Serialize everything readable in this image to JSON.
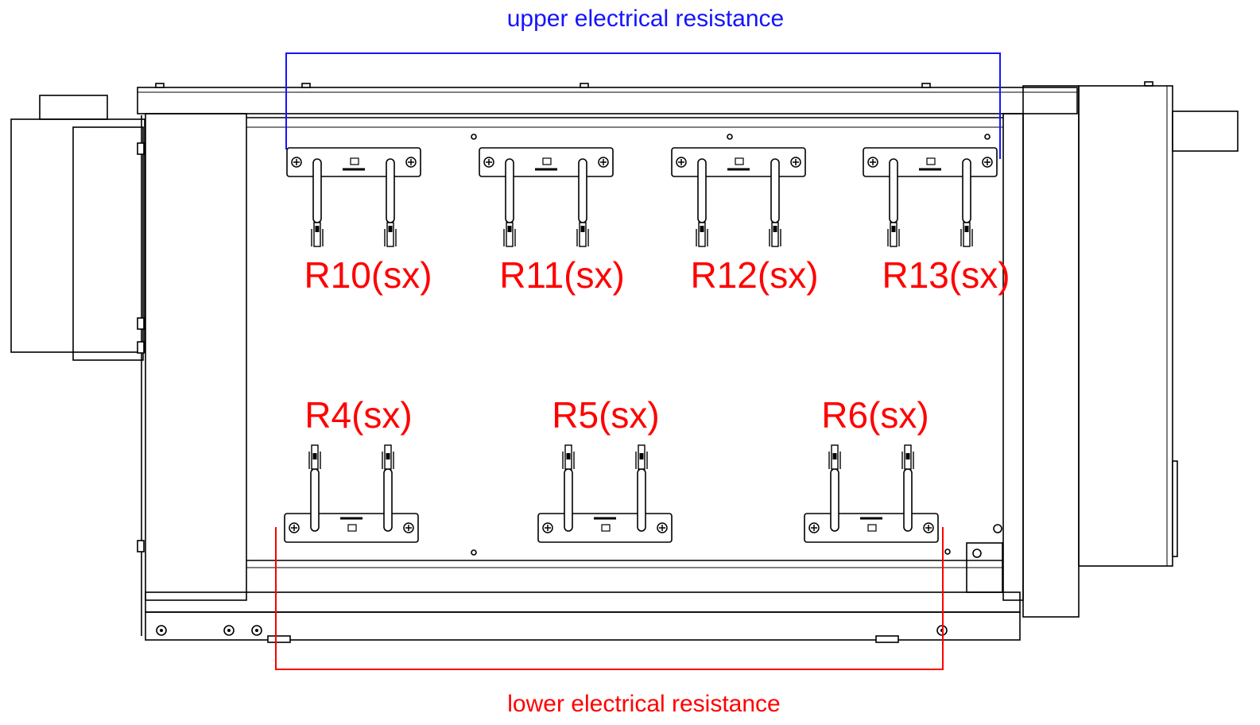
{
  "labels": {
    "upper": "upper electrical resistance",
    "lower": "lower electrical resistance"
  },
  "upper_resistors": [
    {
      "name": "R10(sx)"
    },
    {
      "name": "R11(sx)"
    },
    {
      "name": "R12(sx)"
    },
    {
      "name": "R13(sx)"
    }
  ],
  "lower_resistors": [
    {
      "name": "R4(sx)"
    },
    {
      "name": "R5(sx)"
    },
    {
      "name": "R6(sx)"
    }
  ],
  "colors": {
    "upper_bracket": "#1414ff",
    "lower_bracket": "#ff0000",
    "resistor_label": "#ff0000",
    "drawing": "#000000"
  }
}
